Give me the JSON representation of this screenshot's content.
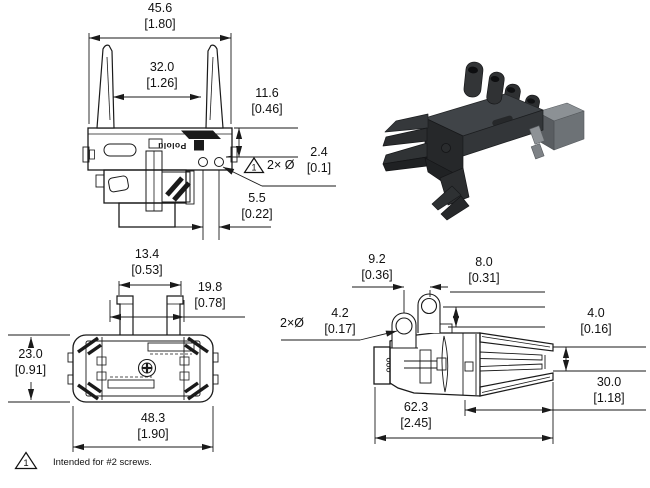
{
  "drawing": {
    "logo_text": "Pololu",
    "note": {
      "flag": "1",
      "text": "Intended for #2 screws."
    }
  },
  "dims": {
    "front_width": {
      "mm": "45.6",
      "in": "[1.80]"
    },
    "front_inner_width": {
      "mm": "32.0",
      "in": "[1.26]"
    },
    "front_plate_drop": {
      "mm": "11.6",
      "in": "[0.46]"
    },
    "front_hole_callout": {
      "flag": "1",
      "prefix": "2× Ø",
      "mm": "2.4",
      "in": "[0.1]"
    },
    "front_hole_spacing": {
      "mm": "5.5",
      "in": "[0.22]"
    },
    "bottom_tab_width": {
      "mm": "13.4",
      "in": "[0.53]"
    },
    "bottom_tab_outer_width": {
      "mm": "19.8",
      "in": "[0.78]"
    },
    "bottom_body_height": {
      "mm": "23.0",
      "in": "[0.91]"
    },
    "bottom_overall_width": {
      "mm": "48.3",
      "in": "[1.90]"
    },
    "side_lug_spacing": {
      "mm": "9.2",
      "in": "[0.36]"
    },
    "side_lug_offset": {
      "mm": "8.0",
      "in": "[0.31]"
    },
    "side_hole_callout": {
      "prefix": "2×Ø",
      "mm": "4.2",
      "in": "[0.17]"
    },
    "side_tip_thickness": {
      "mm": "4.0",
      "in": "[0.16]"
    },
    "side_claw_length": {
      "mm": "30.0",
      "in": "[1.18]"
    },
    "side_overall_length": {
      "mm": "62.3",
      "in": "[2.45]"
    }
  }
}
